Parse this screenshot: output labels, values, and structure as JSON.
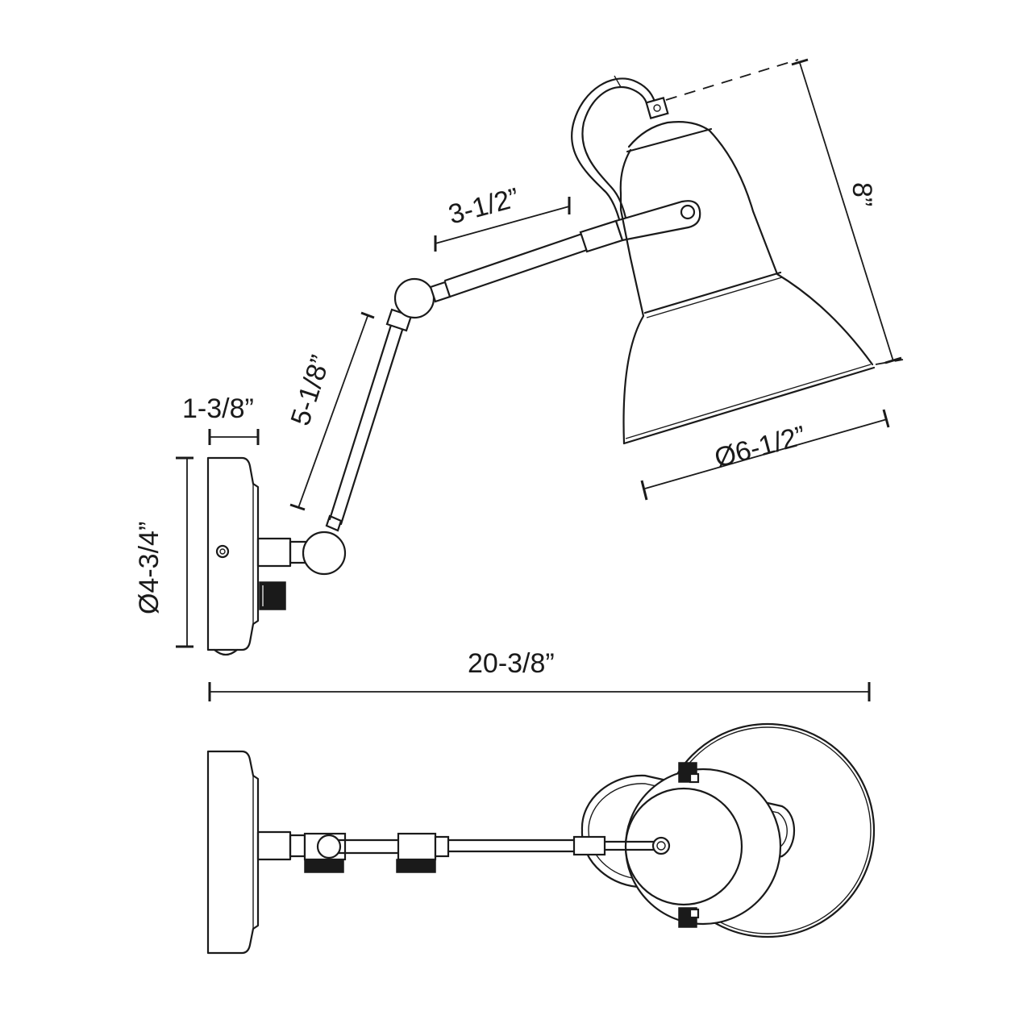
{
  "dimensions": {
    "arm_upper": "3-1/2”",
    "height": "8”",
    "arm_lower": "5-1/8”",
    "backplate_depth": "1-3/8”",
    "shade_diameter": "Ø6-1/2”",
    "backplate_diameter": "Ø4-3/4”",
    "overall_length": "20-3/8”"
  },
  "colors": {
    "line": "#1a1a1a",
    "background": "#ffffff"
  }
}
